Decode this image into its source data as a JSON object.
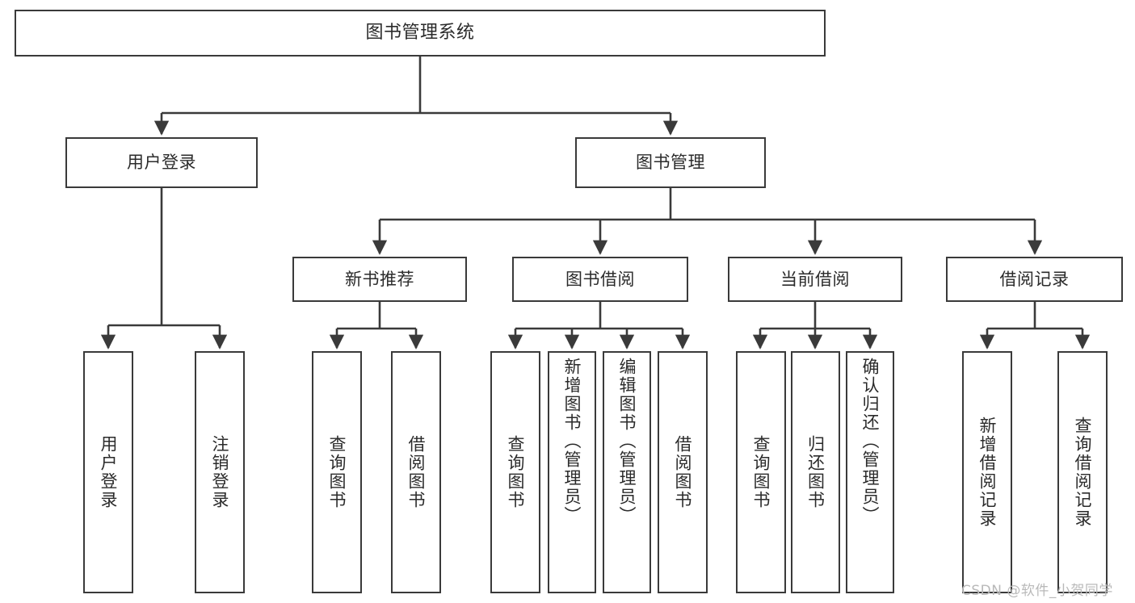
{
  "diagram": {
    "title_node": {
      "label": "图书管理系统"
    },
    "level1": [
      {
        "label": "用户登录"
      },
      {
        "label": "图书管理"
      }
    ],
    "level2": [
      {
        "label": "新书推荐"
      },
      {
        "label": "图书借阅"
      },
      {
        "label": "当前借阅"
      },
      {
        "label": "借阅记录"
      }
    ],
    "leaves": {
      "user_login": [
        {
          "label": "用户登录"
        },
        {
          "label": "注销登录"
        }
      ],
      "new_book_recommend": [
        {
          "label": "查询图书"
        },
        {
          "label": "借阅图书"
        }
      ],
      "book_borrow": [
        {
          "label": "查询图书"
        },
        {
          "label": "新增图书（管理员）"
        },
        {
          "label": "编辑图书（管理员）"
        },
        {
          "label": "借阅图书"
        }
      ],
      "current_borrow": [
        {
          "label": "查询图书"
        },
        {
          "label": "归还图书"
        },
        {
          "label": "确认归还（管理员）"
        }
      ],
      "borrow_record": [
        {
          "label": "新增借阅记录"
        },
        {
          "label": "查询借阅记录"
        }
      ]
    }
  },
  "watermark": {
    "text": "CSDN @软件_小贺同学"
  },
  "colors": {
    "border": "#3a3a3a",
    "text": "#2b2b2b",
    "background": "#ffffff",
    "watermark": "#b9b9b9"
  }
}
